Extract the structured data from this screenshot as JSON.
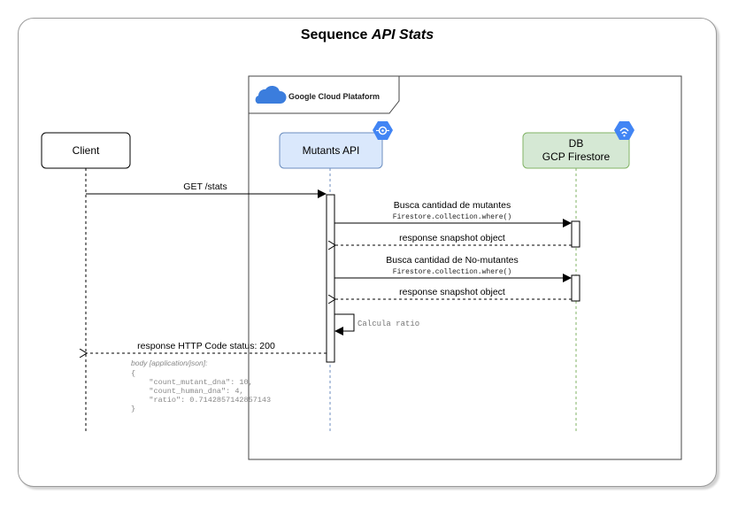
{
  "title": {
    "prefix": "Sequence ",
    "emphasis": "API Stats"
  },
  "gcp": {
    "label": "Google Cloud Plataform"
  },
  "participants": {
    "client": "Client",
    "api": "Mutants API",
    "db_line1": "DB",
    "db_line2": "GCP Firestore"
  },
  "messages": {
    "get_stats": "GET /stats",
    "busca_mutantes": "Busca cantidad de mutantes",
    "busca_mutantes_code": "Firestore.collection.where()",
    "response1": "response snapshot object",
    "busca_no_mutantes": "Busca cantidad de No-mutantes",
    "busca_no_mutantes_code": "Firestore.collection.where()",
    "response2": "response snapshot object",
    "calcula_ratio": "Calcula ratio",
    "http_response": "response HTTP Code status: 200"
  },
  "body": {
    "header": "body [application/json]:",
    "lines": [
      "{",
      "    \"count_mutant_dna\": 10,",
      "    \"count_human_dna\": 4,",
      "    \"ratio\": 0.7142857142857143",
      "}"
    ]
  },
  "colors": {
    "api_fill": "#dae8fc",
    "api_stroke": "#6c8ebf",
    "db_fill": "#d5e8d4",
    "db_stroke": "#82b366",
    "gcp_blue": "#4285f4",
    "cloud_blue": "#3b7ddd"
  },
  "icons": {
    "gcp_logo": "cloud-icon",
    "api_badge": "api-endpoint-icon",
    "db_badge": "firestore-icon"
  }
}
